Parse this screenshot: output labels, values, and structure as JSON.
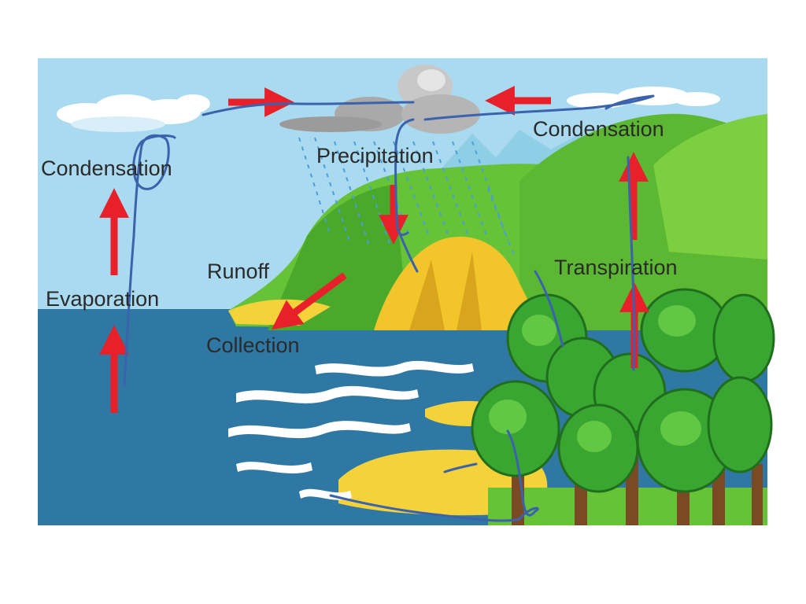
{
  "labels": {
    "condensation_left": "Condensation",
    "condensation_right": "Condensation",
    "precipitation": "Precipitation",
    "evaporation": "Evaporation",
    "runoff": "Runoff",
    "collection": "Collection",
    "transpiration": "Transpiration"
  },
  "colors": {
    "sky": "#a9daef",
    "sea": "#2f78a4",
    "hill": "#66c236",
    "rock": "#f2c62a",
    "sand": "#f5d23a",
    "tree": "#2f8f2a",
    "arrow": "#e8202a",
    "ink": "#3a62ad",
    "label": "#2a2a2a"
  },
  "icons": [
    "white-cloud-icon",
    "gray-rain-cloud-icon",
    "forest-icon",
    "arrow-icon"
  ]
}
